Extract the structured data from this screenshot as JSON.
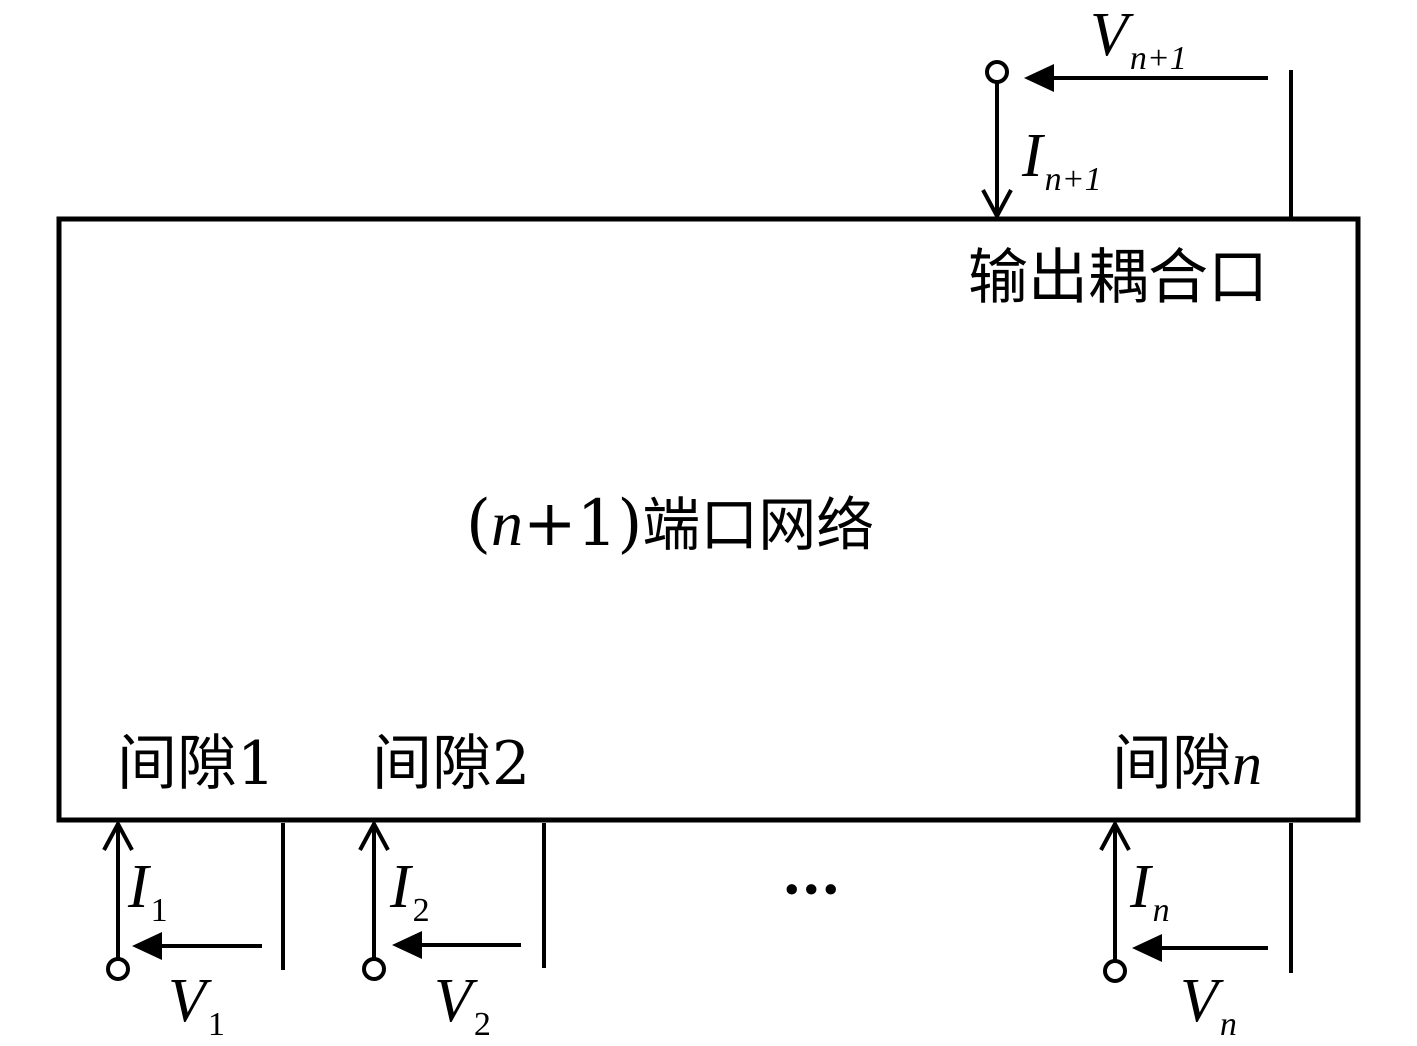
{
  "network": {
    "title_pre": "(",
    "title_n": "n",
    "title_plus1": "+1)",
    "title_cjk": "端口网络"
  },
  "output_port": {
    "label": "输出耦合口",
    "voltage_symbol": "V",
    "voltage_sub": "n+1",
    "current_symbol": "I",
    "current_sub": "n+1"
  },
  "gaps": [
    {
      "label_cjk": "间隙",
      "label_idx": "1",
      "current_symbol": "I",
      "current_sub": "1",
      "voltage_symbol": "V",
      "voltage_sub": "1"
    },
    {
      "label_cjk": "间隙",
      "label_idx": "2",
      "current_symbol": "I",
      "current_sub": "2",
      "voltage_symbol": "V",
      "voltage_sub": "2"
    },
    {
      "label_cjk": "间隙",
      "label_idx": "n",
      "current_symbol": "I",
      "current_sub": "n",
      "voltage_symbol": "V",
      "voltage_sub": "n"
    }
  ],
  "ellipsis": "···"
}
